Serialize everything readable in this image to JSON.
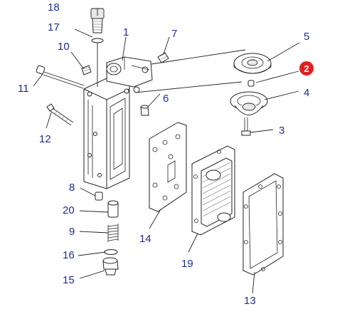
{
  "callouts": [
    {
      "id": "c1",
      "label": "1"
    },
    {
      "id": "c2",
      "label": "2"
    },
    {
      "id": "c3",
      "label": "3"
    },
    {
      "id": "c4",
      "label": "4"
    },
    {
      "id": "c5",
      "label": "5"
    },
    {
      "id": "c6",
      "label": "6"
    },
    {
      "id": "c7",
      "label": "7"
    },
    {
      "id": "c8",
      "label": "8"
    },
    {
      "id": "c9",
      "label": "9"
    },
    {
      "id": "c10",
      "label": "10"
    },
    {
      "id": "c11",
      "label": "11"
    },
    {
      "id": "c12",
      "label": "12"
    },
    {
      "id": "c13",
      "label": "13"
    },
    {
      "id": "c14",
      "label": "14"
    },
    {
      "id": "c15",
      "label": "15"
    },
    {
      "id": "c16",
      "label": "16"
    },
    {
      "id": "c17",
      "label": "17"
    },
    {
      "id": "c18",
      "label": "18"
    },
    {
      "id": "c19",
      "label": "19"
    },
    {
      "id": "c20",
      "label": "20"
    }
  ],
  "highlight": {
    "label": "2",
    "color": "#e02020"
  },
  "colors": {
    "callout_text": "#1f2f8f",
    "line": "#222222",
    "background": "#ffffff"
  }
}
